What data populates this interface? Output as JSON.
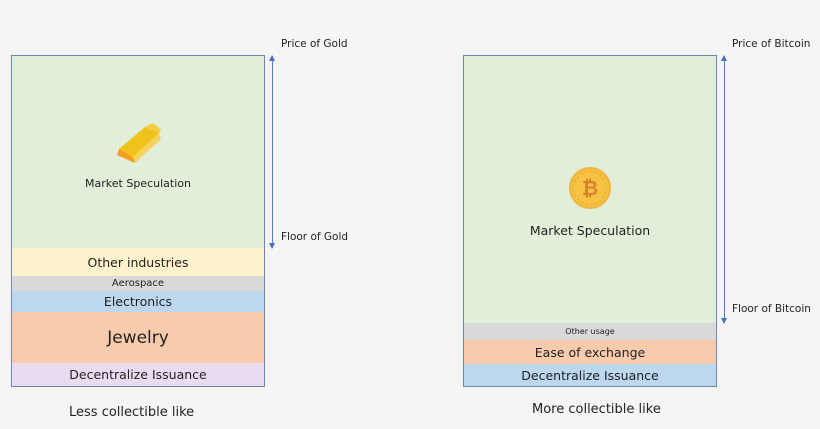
{
  "gold": {
    "price_label": "Price of Gold",
    "floor_label": "Floor of Gold",
    "caption": "Less collectible like",
    "icon": "gold-bar-icon",
    "segments": [
      {
        "label": "Market Speculation",
        "color": "#e1eed9"
      },
      {
        "label": "Other industries",
        "color": "#fff1cc"
      },
      {
        "label": "Aerospace",
        "color": "#d9d9d9"
      },
      {
        "label": "Electronics",
        "color": "#bdd7ee"
      },
      {
        "label": "Jewelry",
        "color": "#f8cbad"
      },
      {
        "label": "Decentralize Issuance",
        "color": "#eadcf0"
      }
    ]
  },
  "bitcoin": {
    "price_label": "Price of Bitcoin",
    "floor_label": "Floor of Bitcoin",
    "caption": "More collectible like",
    "icon": "bitcoin-coin-icon",
    "coin_symbol": "₿",
    "segments": [
      {
        "label": "Market Speculation",
        "color": "#e1eed9"
      },
      {
        "label": "Other usage",
        "color": "#d9d9d9"
      },
      {
        "label": "Ease of exchange",
        "color": "#f8cbad"
      },
      {
        "label": "Decentralize Issuance",
        "color": "#bdd7ee"
      }
    ]
  }
}
